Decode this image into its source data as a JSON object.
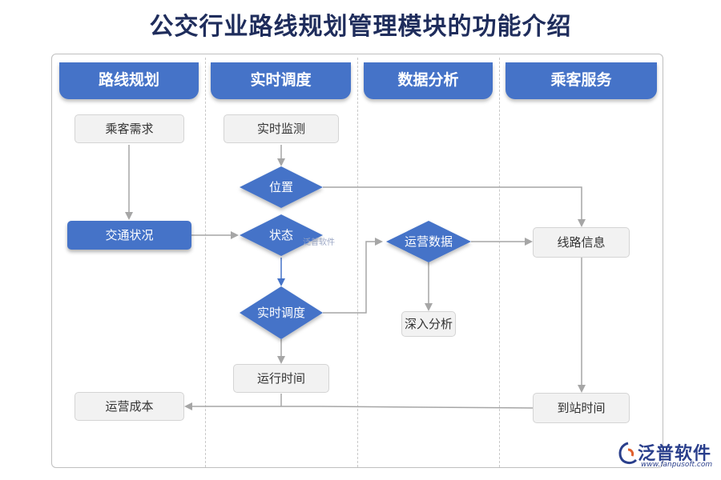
{
  "title": "公交行业路线规划管理模块的功能介绍",
  "lanes": [
    {
      "label": "路线规划"
    },
    {
      "label": "实时调度"
    },
    {
      "label": "数据分析"
    },
    {
      "label": "乘客服务"
    }
  ],
  "nodes": {
    "passenger_demand": "乘客需求",
    "traffic_status": "交通状况",
    "operating_cost": "运营成本",
    "realtime_monitor": "实时监测",
    "position": "位置",
    "status": "状态",
    "realtime_dispatch": "实时调度",
    "run_time": "运行时间",
    "operation_data": "运营数据",
    "deep_analysis": "深入分析",
    "route_info": "线路信息",
    "arrival_time": "到站时间"
  },
  "watermark": "泛普软件",
  "logo": {
    "name": "泛普软件",
    "url": "www.fanpusoft.com"
  },
  "colors": {
    "accent": "#4573c8",
    "title": "#1f2d5c",
    "connector": "#a6a6a6",
    "box_fill": "#f2f2f2"
  }
}
